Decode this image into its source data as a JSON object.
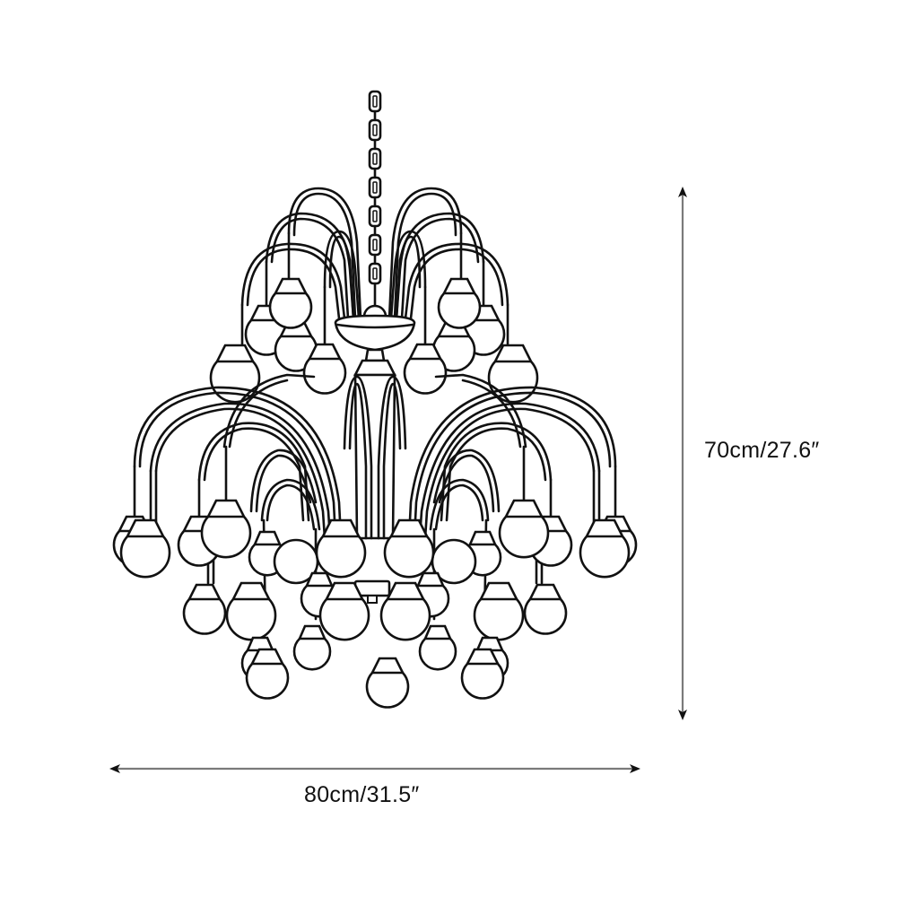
{
  "figure": {
    "subject": "chandelier line drawing",
    "line_color": "#111111",
    "background": "#ffffff"
  },
  "dimensions": {
    "height": {
      "label": "70cm/27.6″",
      "value_cm": 70,
      "value_in": 27.6,
      "orientation": "vertical"
    },
    "width": {
      "label": "80cm/31.5″",
      "value_cm": 80,
      "value_in": 31.5,
      "orientation": "horizontal"
    },
    "dimension_line_color": "#7a7a7a"
  }
}
